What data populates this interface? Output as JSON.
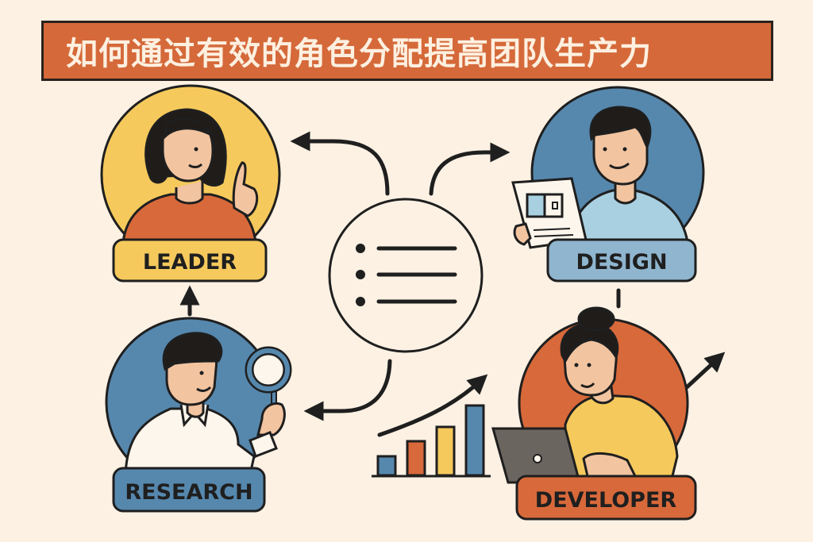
{
  "title": "如何通过有效的角色分配提高团队生产力",
  "colors": {
    "background": "#fcf1e3",
    "banner": "#d5693a",
    "banner_text": "#fdf0e0",
    "yellow": "#f5c95c",
    "blue": "#5688ae",
    "light_blue": "#a9d0e0",
    "orange": "#d8693a",
    "skin": "#f2c4a0",
    "hair": "#1f1c1a",
    "outline": "#1f1f1f",
    "laptop": "#6b6560"
  },
  "roles": [
    {
      "id": "leader",
      "label": "LEADER",
      "icon": "pointing-finger-icon"
    },
    {
      "id": "design",
      "label": "DESIGN",
      "icon": "document-icon"
    },
    {
      "id": "research",
      "label": "RESEARCH",
      "icon": "magnifying-glass-icon"
    },
    {
      "id": "developer",
      "label": "DEVELOPER",
      "icon": "laptop-icon"
    }
  ],
  "center": {
    "icon": "task-list-icon",
    "items": 3
  },
  "growth_chart": {
    "icon": "bar-chart-icon",
    "bars": [
      {
        "color": "#5688ae",
        "height": 22
      },
      {
        "color": "#d8693a",
        "height": 42
      },
      {
        "color": "#f5c95c",
        "height": 60
      },
      {
        "color": "#5688ae",
        "height": 88
      }
    ],
    "trend": "upward-arrow"
  }
}
